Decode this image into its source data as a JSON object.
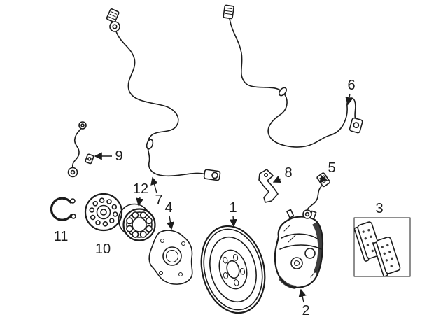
{
  "diagram": {
    "kind": "exploded-parts-line-diagram",
    "colors": {
      "line": "#1c1c1c",
      "bg": "#ffffff"
    },
    "callouts": [
      {
        "number": "1",
        "part": "brake-disc-rotor"
      },
      {
        "number": "2",
        "part": "brake-caliper"
      },
      {
        "number": "3",
        "part": "brake-pad-set"
      },
      {
        "number": "4",
        "part": "splash-shield"
      },
      {
        "number": "5",
        "part": "pad-wear-sensor-right"
      },
      {
        "number": "6",
        "part": "abs-speed-sensor-cable-right"
      },
      {
        "number": "7",
        "part": "abs-speed-sensor-cable-left"
      },
      {
        "number": "8",
        "part": "retaining-bracket"
      },
      {
        "number": "9",
        "part": "pad-wear-sensor-left"
      },
      {
        "number": "10",
        "part": "wheel-hub"
      },
      {
        "number": "11",
        "part": "snap-ring"
      },
      {
        "number": "12",
        "part": "wheel-bearing"
      }
    ]
  }
}
